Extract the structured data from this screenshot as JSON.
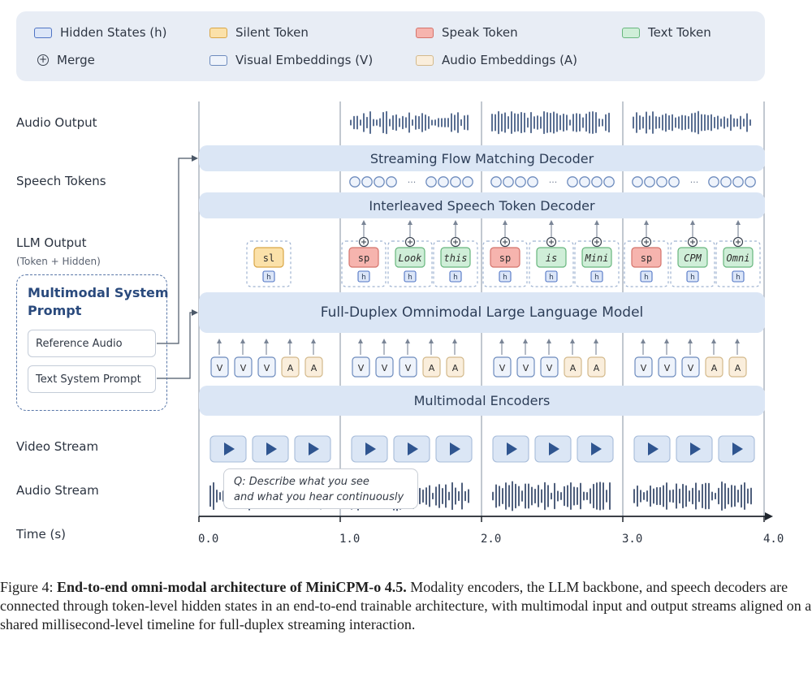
{
  "legend": {
    "hidden_states": "Hidden States (h)",
    "silent_token": "Silent Token",
    "speak_token": "Speak Token",
    "text_token": "Text Token",
    "merge": "Merge",
    "visual_embeddings": "Visual Embeddings (V)",
    "audio_embeddings": "Audio Embeddings (A)"
  },
  "colors": {
    "hidden": "#dce6f8",
    "hidden_border": "#4f74c4",
    "silent": "#fbe1a9",
    "silent_border": "#d9a646",
    "speak": "#f6b4ae",
    "speak_border": "#d4736b",
    "text": "#cfeed8",
    "text_border": "#67b67d",
    "visual": "#eef3fb",
    "visual_border": "#6d8bbd",
    "audio": "#faeedc",
    "audio_border": "#d3b98b",
    "bar": "#dbe6f5",
    "accent": "#4a6fa5"
  },
  "rows": {
    "audio_output": "Audio Output",
    "speech_tokens": "Speech Tokens",
    "llm_output": "LLM Output",
    "llm_output_sub": "(Token + Hidden)",
    "video_stream": "Video Stream",
    "audio_stream": "Audio Stream",
    "time": "Time (s)"
  },
  "bars": {
    "flow_decoder": "Streaming Flow Matching Decoder",
    "speech_decoder": "Interleaved Speech Token Decoder",
    "llm": "Full-Duplex Omnimodal Large Language Model",
    "encoders": "Multimodal Encoders"
  },
  "system_prompt": {
    "title_line1": "Multimodal System",
    "title_line2": "Prompt",
    "reference_audio": "Reference Audio",
    "text_prompt": "Text System Prompt"
  },
  "timeline": {
    "ticks": [
      "0.0",
      "1.0",
      "2.0",
      "3.0",
      "4.0"
    ],
    "tooltip_line1": "Q: Describe what you see",
    "tooltip_line2": "and what you hear continuously"
  },
  "tokens": {
    "segment0": [
      {
        "kind": "silent",
        "text": "sl"
      }
    ],
    "segment1": [
      {
        "kind": "speak",
        "text": "sp"
      },
      {
        "kind": "text",
        "text": "Look"
      },
      {
        "kind": "text",
        "text": "this"
      }
    ],
    "segment2": [
      {
        "kind": "speak",
        "text": "sp"
      },
      {
        "kind": "text",
        "text": "is"
      },
      {
        "kind": "text",
        "text": "Mini"
      }
    ],
    "segment3": [
      {
        "kind": "speak",
        "text": "sp"
      },
      {
        "kind": "text",
        "text": "CPM"
      },
      {
        "kind": "text",
        "text": "Omni"
      }
    ],
    "hidden_label": "h",
    "ellipsis": "···"
  },
  "embeddings": [
    "V",
    "V",
    "V",
    "A",
    "A"
  ],
  "caption": {
    "prefix": "Figure 4: ",
    "title": "End-to-end omni-modal architecture of MiniCPM-o 4.5.",
    "body": " Modality encoders, the LLM backbone, and speech decoders are connected through token-level hidden states in an end-to-end trainable architecture, with multimodal input and output streams aligned on a shared millisecond-level timeline for full-duplex streaming interaction."
  }
}
